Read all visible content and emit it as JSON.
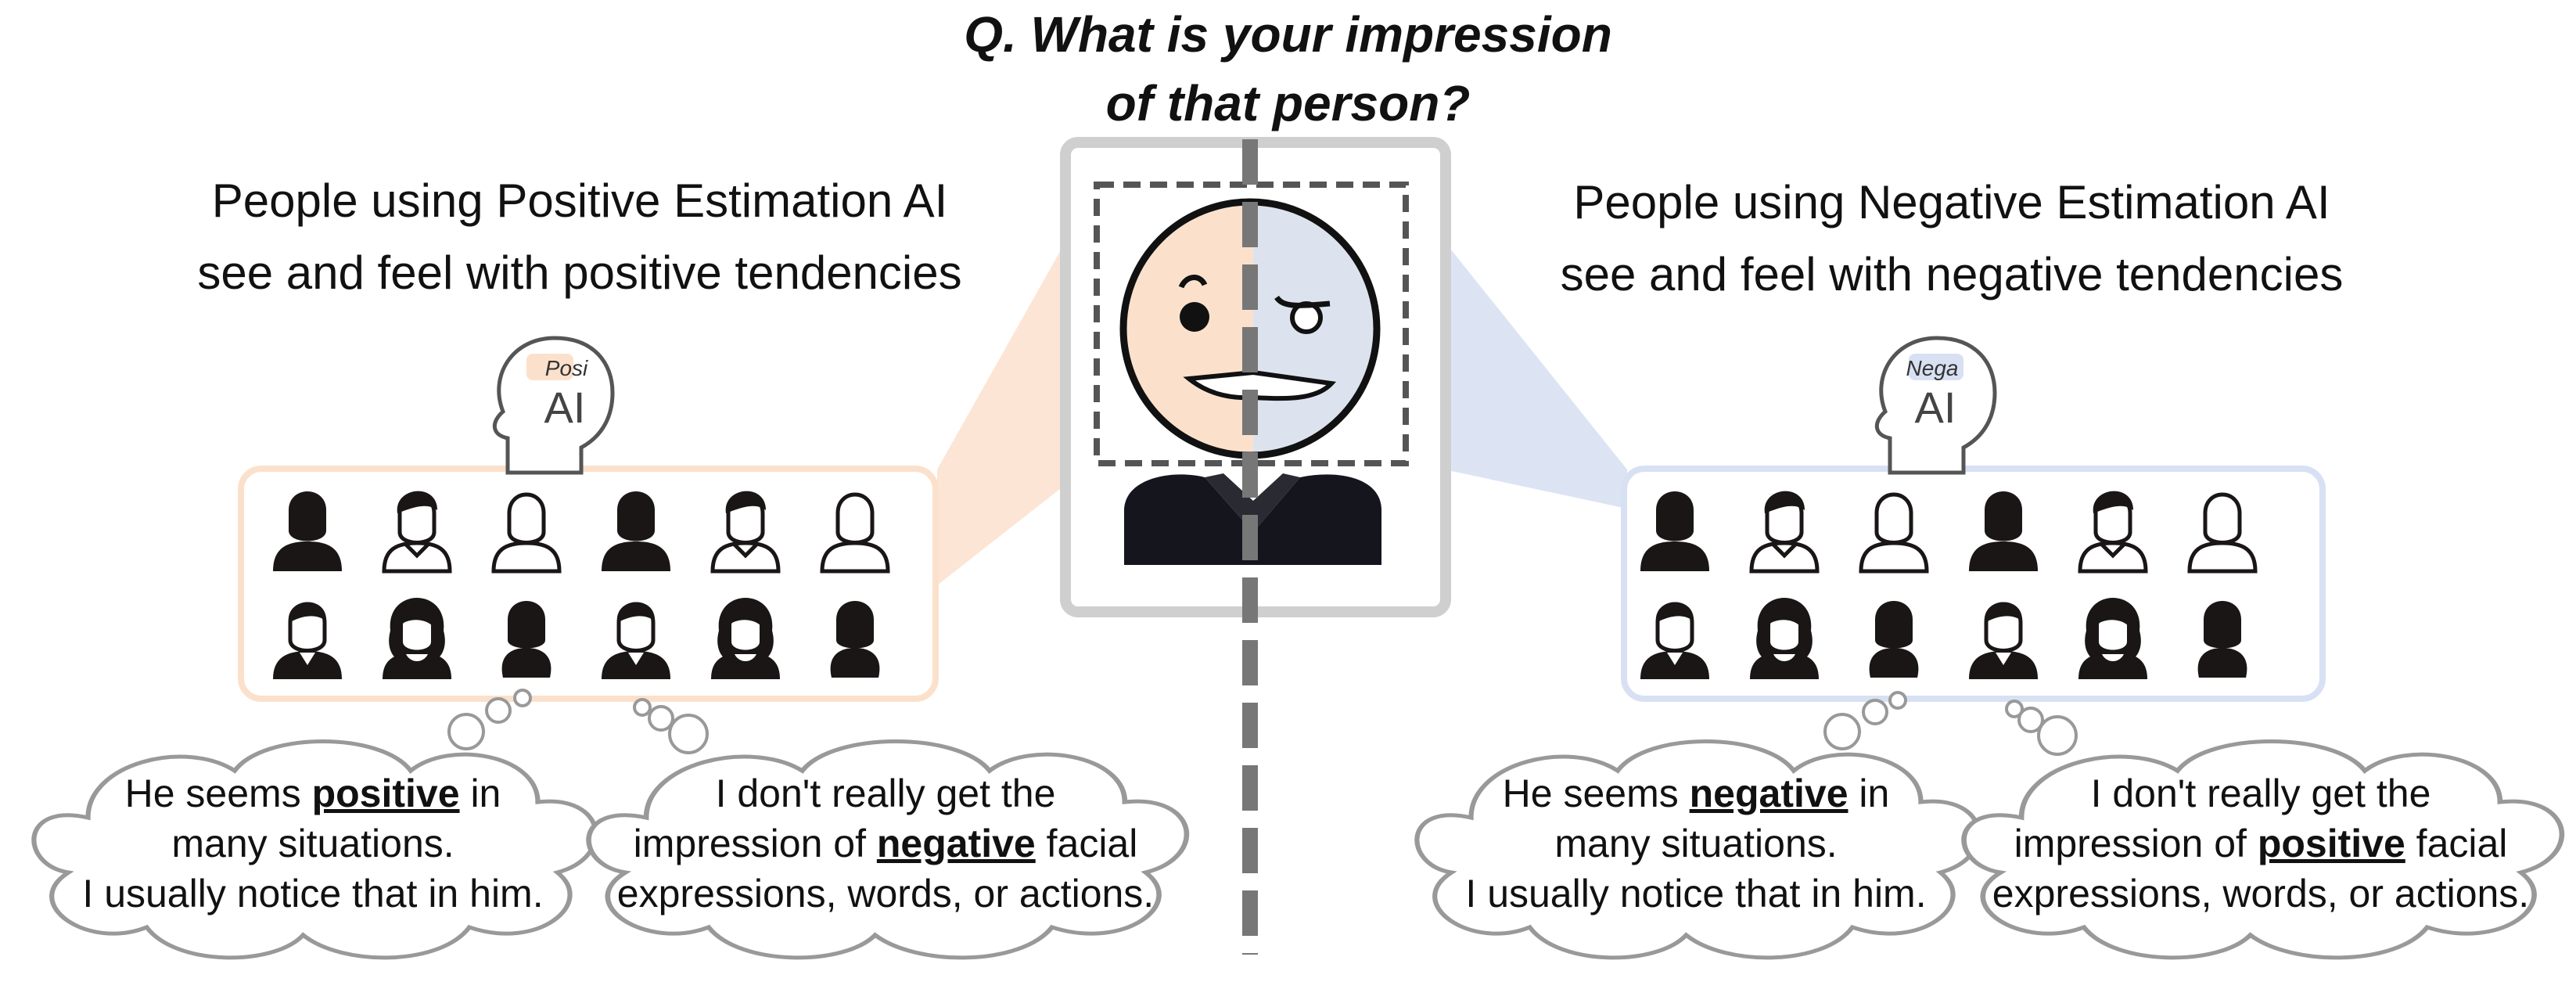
{
  "question": {
    "line1": "Q. What is your impression",
    "line2": "of that person?"
  },
  "colors": {
    "positive_tint": "#fbe1cc",
    "negative_tint": "#d8e1f3",
    "face_left": "#fbe1cc",
    "face_right": "#dde3ee",
    "frame_gray": "#cfcfcf",
    "divider_gray": "#777777",
    "icon_dark": "#1a1616"
  },
  "left_group": {
    "heading_line1": "People using Positive Estimation AI",
    "heading_line2": "see and feel with positive tendencies",
    "ai_tag": "Posi",
    "ai_label": "AI",
    "thought1": {
      "pre": "He seems ",
      "bold": "positive",
      "post": " in",
      "line2": "many situations.",
      "line3": "I usually notice that in him."
    },
    "thought2": {
      "line1": "I don't really get the",
      "pre": "impression of ",
      "bold": "negative",
      "post": " facial",
      "line3": "expressions, words, or actions."
    }
  },
  "right_group": {
    "heading_line1": "People using Negative Estimation AI",
    "heading_line2": "see and feel with negative tendencies",
    "ai_tag": "Nega",
    "ai_label": "AI",
    "thought1": {
      "pre": "He seems ",
      "bold": "negative",
      "post": " in",
      "line2": "many situations.",
      "line3": "I usually notice that in him."
    },
    "thought2": {
      "line1": "I don't really get the",
      "pre": "impression of ",
      "bold": "positive",
      "post": " facial",
      "line3": "expressions, words, or actions."
    }
  },
  "person_icons": {
    "row1": [
      "solid-man",
      "outline-man-hair",
      "outline-blank",
      "solid-man",
      "outline-man-hair",
      "outline-blank"
    ],
    "row2": [
      "tie-man",
      "woman-hair",
      "solid-woman",
      "tie-man",
      "woman-hair",
      "solid-woman"
    ]
  }
}
